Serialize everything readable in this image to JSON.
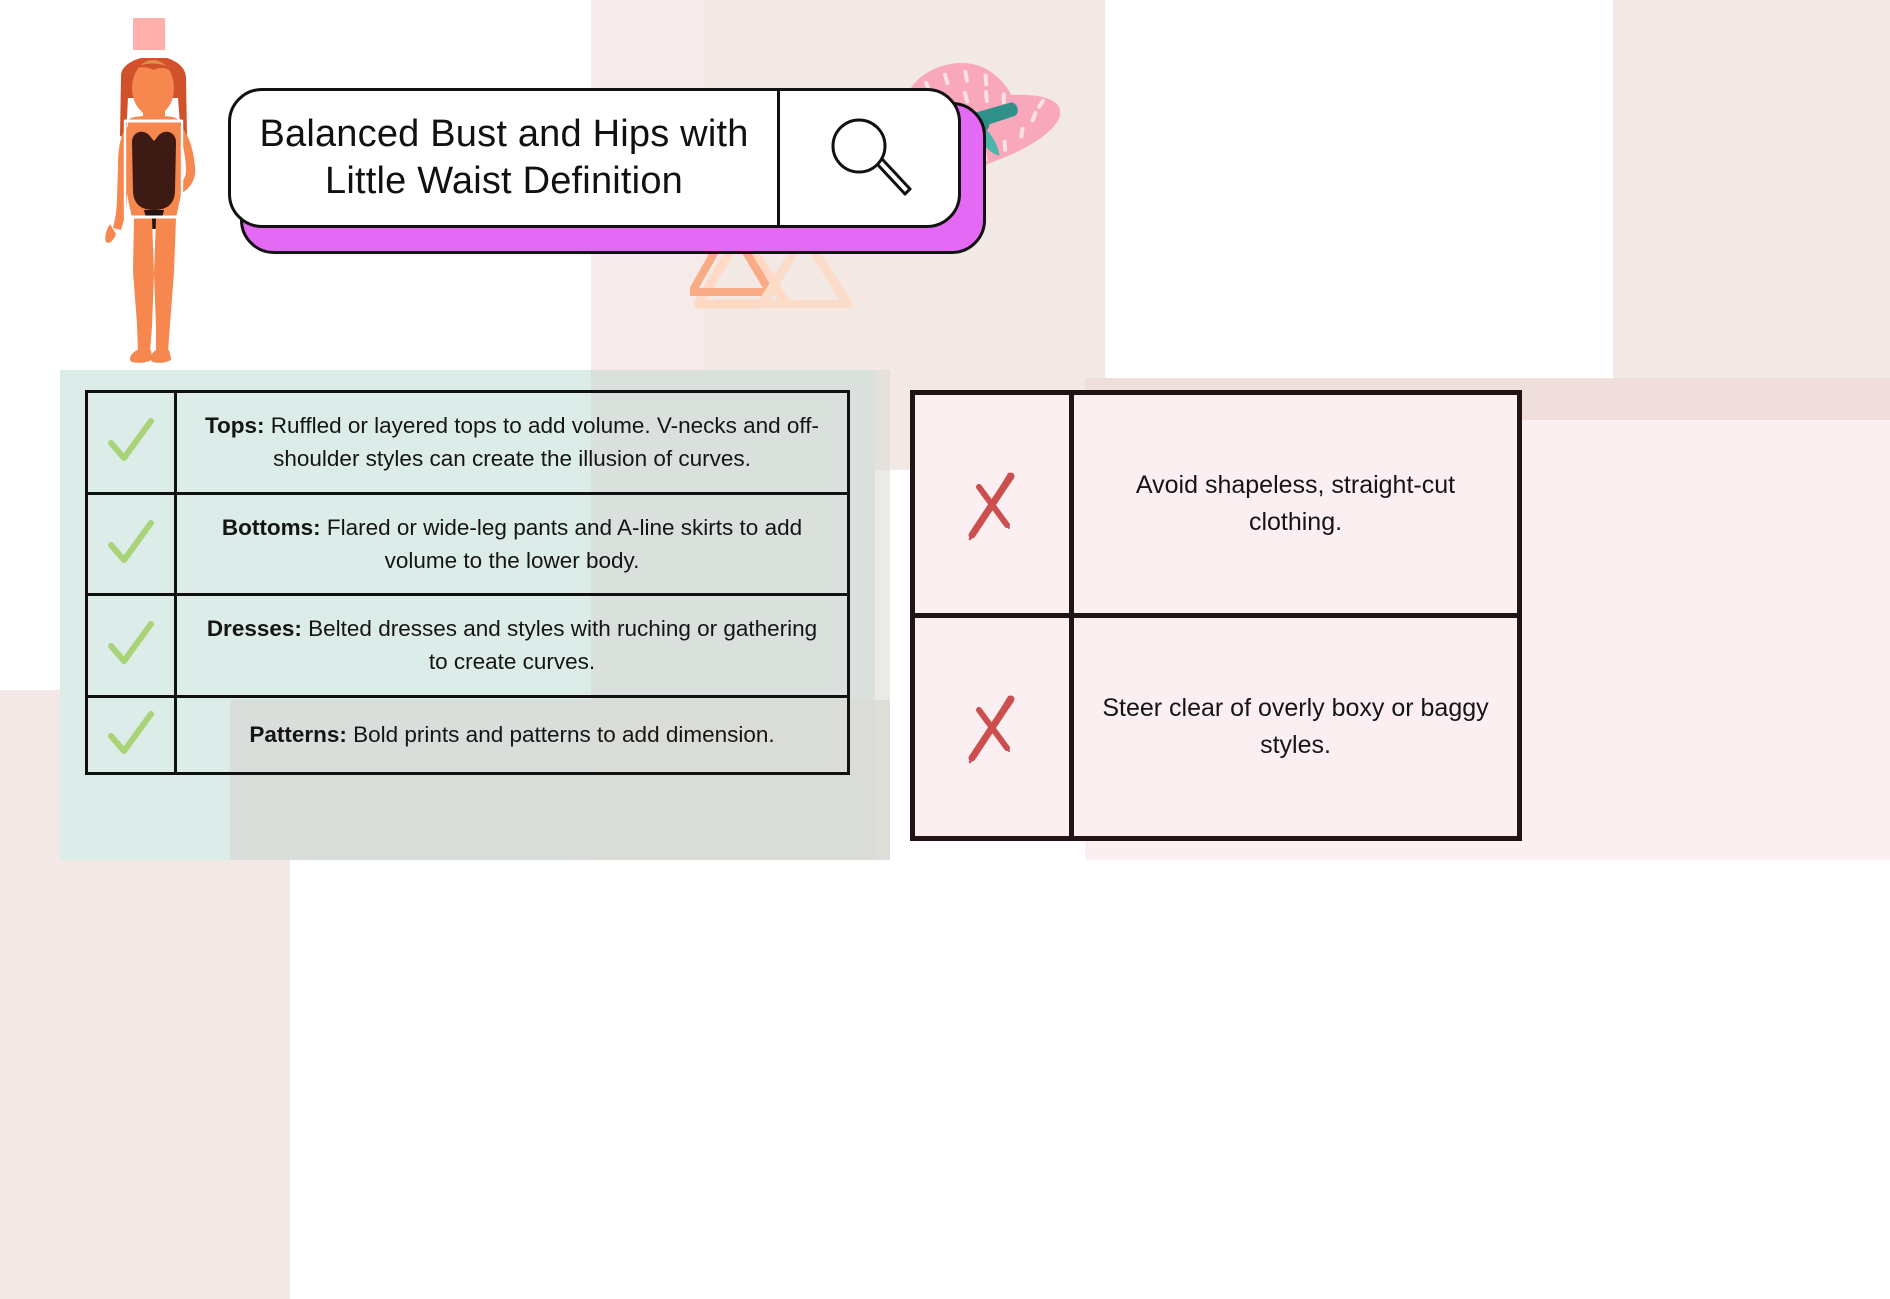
{
  "title": {
    "line1": "Balanced Bust and Hips with",
    "line2": "Little Waist Definition",
    "full": "Balanced Bust and Hips with Little Waist Definition",
    "search_icon": "magnifying-glass-icon"
  },
  "decorations": {
    "figure": "female-body-shape-figure",
    "hat": "pink-sun-hat-icon",
    "hangers": "clothes-hangers-icon",
    "pink_square": "pink-square-decoration"
  },
  "colors": {
    "title_shadow": "#e469f5",
    "outline": "#111111",
    "do_panel": "#dcece9",
    "dont_panel": "#fceff2",
    "dont_border": "#231316",
    "check": "#a8d379",
    "cross": "#cb4f4f",
    "beige_panel": "#f2e8e4",
    "pink_panel": "#f4e8e6",
    "skin": "#f5874f",
    "hair": "#d1522a",
    "swimsuit": "#3d1a13",
    "hat_pink": "#f9a8bb",
    "hat_ribbon": "#3c9b93",
    "hanger": "#f7b08a"
  },
  "do_list": {
    "icon": "check-icon",
    "rows": [
      {
        "label": "Tops:",
        "text": " Ruffled or layered tops to add volume. V-necks and off-shoulder styles can create the illusion of curves."
      },
      {
        "label": "Bottoms:",
        "text": " Flared or wide-leg pants and A-line skirts to add volume to the lower body."
      },
      {
        "label": "Dresses:",
        "text": " Belted dresses and styles with ruching or gathering to create curves."
      },
      {
        "label": "Patterns:",
        "text": " Bold prints and patterns to add dimension."
      }
    ]
  },
  "dont_list": {
    "icon": "cross-icon",
    "rows": [
      {
        "text": "Avoid shapeless, straight-cut clothing."
      },
      {
        "text": "Steer clear of overly boxy or baggy styles."
      }
    ]
  }
}
